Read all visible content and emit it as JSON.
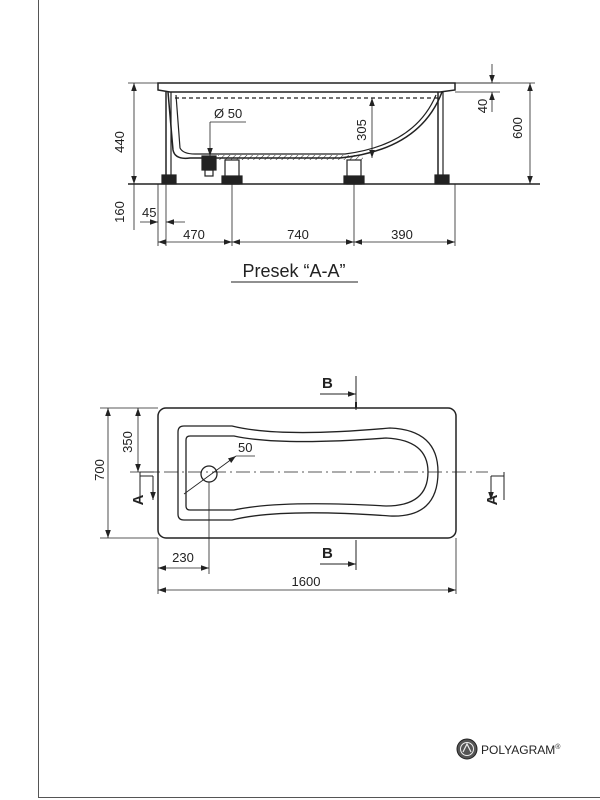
{
  "section_view": {
    "dims": {
      "h_440": "440",
      "drain_dia": "Ø 50",
      "depth_305": "305",
      "rim_40": "40",
      "height_600": "600",
      "foot_160": "160",
      "offset_45": "45",
      "seg_470": "470",
      "seg_740": "740",
      "seg_390": "390"
    },
    "caption": "Presek “A-A”"
  },
  "plan_view": {
    "dims": {
      "width_700": "700",
      "half_350": "350",
      "drain_50": "50",
      "offset_230": "230",
      "length_1600": "1600"
    },
    "markers": {
      "b_top": "B",
      "b_bottom": "B",
      "a_left": "A",
      "a_right": "A"
    }
  },
  "brand": {
    "name": "POLYAGRAM",
    "reg": "®"
  },
  "colors": {
    "line": "#222222",
    "frame": "#555555",
    "background": "#ffffff"
  }
}
